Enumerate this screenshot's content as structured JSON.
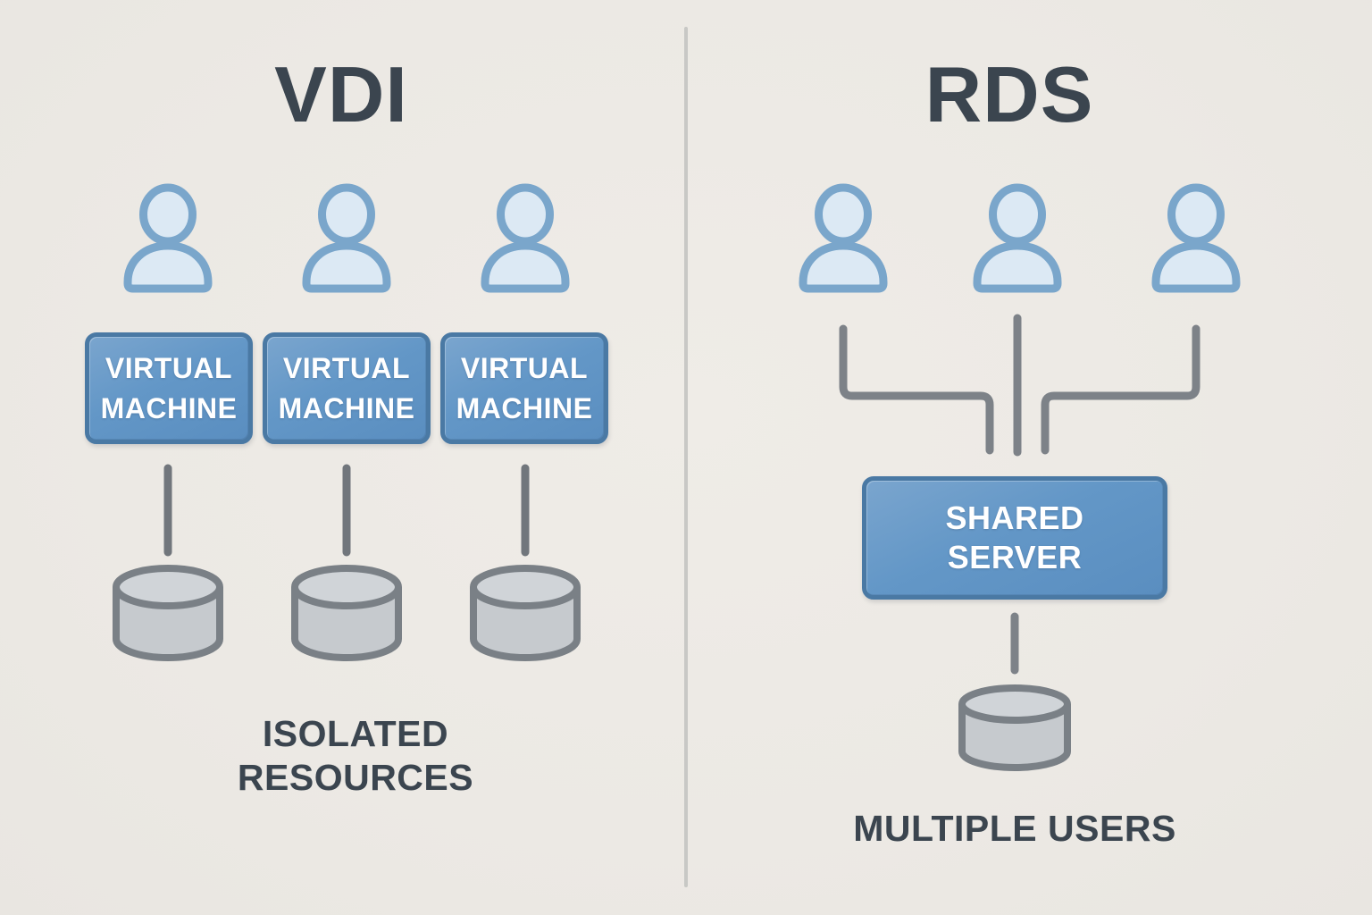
{
  "left_panel": {
    "title": "VDI",
    "vm_boxes": [
      {
        "line1": "VIRTUAL",
        "line2": "MACHINE"
      },
      {
        "line1": "VIRTUAL",
        "line2": "MACHINE"
      },
      {
        "line1": "VIRTUAL",
        "line2": "MACHINE"
      }
    ],
    "caption_line1": "ISOLATED",
    "caption_line2": "RESOURCES"
  },
  "right_panel": {
    "title": "RDS",
    "server_box": {
      "line1": "SHARED",
      "line2": "SERVER"
    },
    "caption": "MULTIPLE USERS"
  },
  "icons": {
    "user": "user-icon",
    "storage": "database-cylinder-icon"
  },
  "colors": {
    "background": "#edeae5",
    "heading_text": "#3b454f",
    "caption_text": "#3b454f",
    "box_border": "#4a79a4",
    "box_fill_top": "#7aa5ce",
    "box_fill_bottom": "#5a8ec0",
    "box_text": "#ffffff",
    "user_fill": "#dce9f4",
    "user_stroke": "#7aa6cb",
    "cylinder_fill": "#c6cace",
    "cylinder_top_fill": "#d0d4d8",
    "cylinder_stroke": "#7a8086",
    "connector_left": "#71767c",
    "connector_right": "#7d8288",
    "divider": "#c8c8c5"
  }
}
